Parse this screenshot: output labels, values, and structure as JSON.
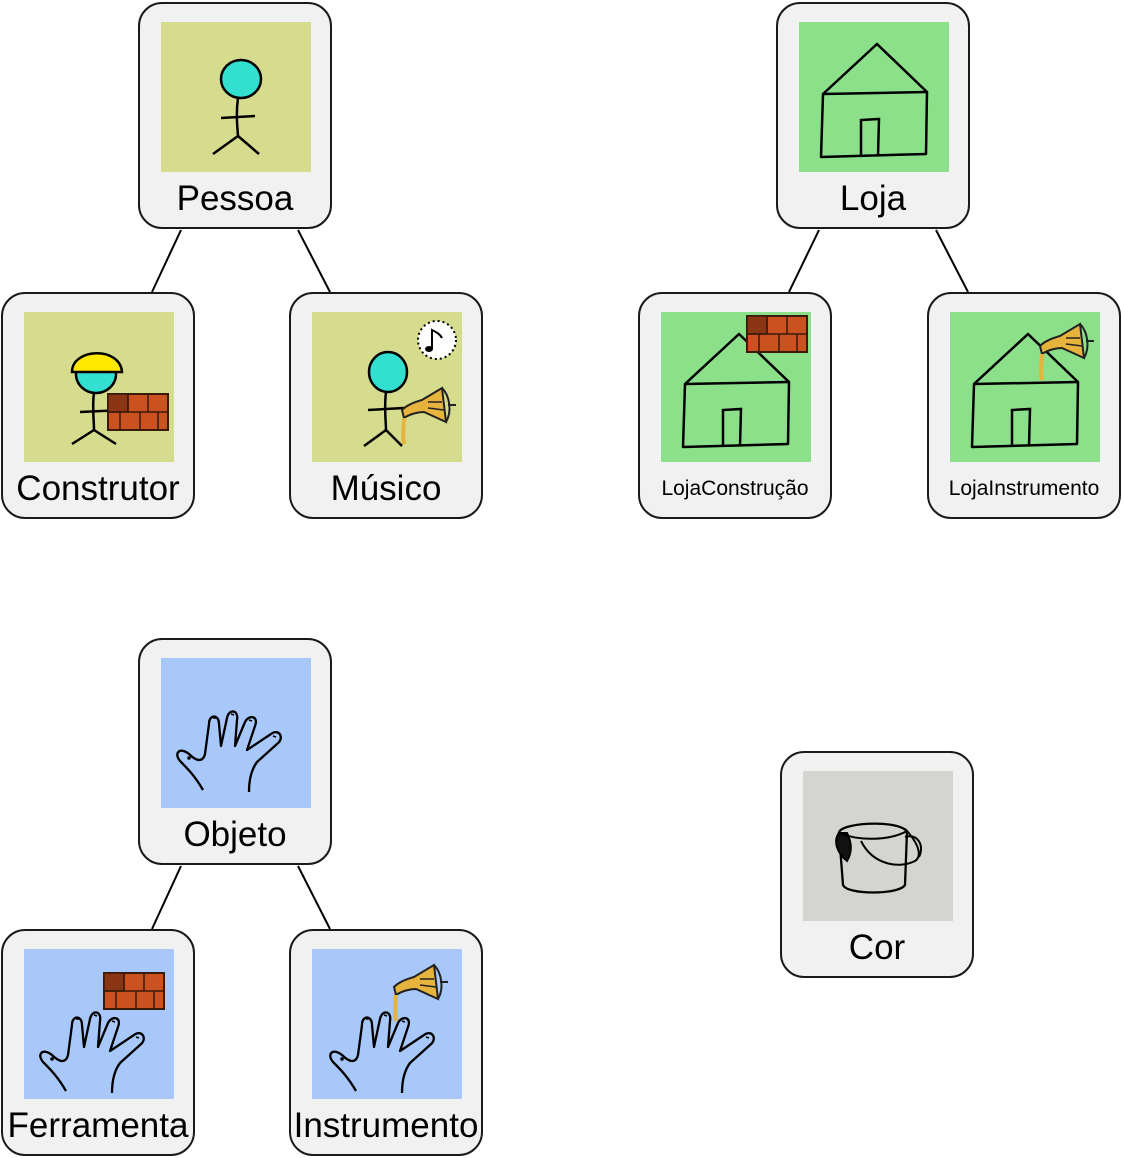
{
  "colors": {
    "pessoa_tile": "#d6dc8e",
    "loja_tile": "#8ce08a",
    "objeto_tile": "#a8c8fa",
    "cor_tile": "#d4d4d0",
    "card_bg": "#f1f1f1",
    "card_border": "#1a1a1a",
    "face": "#33e0cf",
    "helmet": "#ffe800",
    "brick": "#c95220",
    "horn": "#e6b43c"
  },
  "nodes": [
    {
      "id": "pessoa",
      "label": "Pessoa",
      "icon": "stick-person-icon"
    },
    {
      "id": "construtor",
      "label": "Construtor",
      "icon": "builder-icon"
    },
    {
      "id": "musico",
      "label": "Músico",
      "icon": "musician-icon"
    },
    {
      "id": "loja",
      "label": "Loja",
      "icon": "house-icon"
    },
    {
      "id": "loja_construcao",
      "label": "LojaConstrução",
      "icon": "house-bricks-icon"
    },
    {
      "id": "loja_instrumento",
      "label": "LojaInstrumento",
      "icon": "house-horn-icon"
    },
    {
      "id": "objeto",
      "label": "Objeto",
      "icon": "hand-icon"
    },
    {
      "id": "ferramenta",
      "label": "Ferramenta",
      "icon": "hand-bricks-icon"
    },
    {
      "id": "instrumento",
      "label": "Instrumento",
      "icon": "hand-horn-icon"
    },
    {
      "id": "cor",
      "label": "Cor",
      "icon": "paint-bucket-icon"
    }
  ],
  "edges": [
    {
      "from": "pessoa",
      "to": "construtor"
    },
    {
      "from": "pessoa",
      "to": "musico"
    },
    {
      "from": "loja",
      "to": "loja_construcao"
    },
    {
      "from": "loja",
      "to": "loja_instrumento"
    },
    {
      "from": "objeto",
      "to": "ferramenta"
    },
    {
      "from": "objeto",
      "to": "instrumento"
    }
  ]
}
